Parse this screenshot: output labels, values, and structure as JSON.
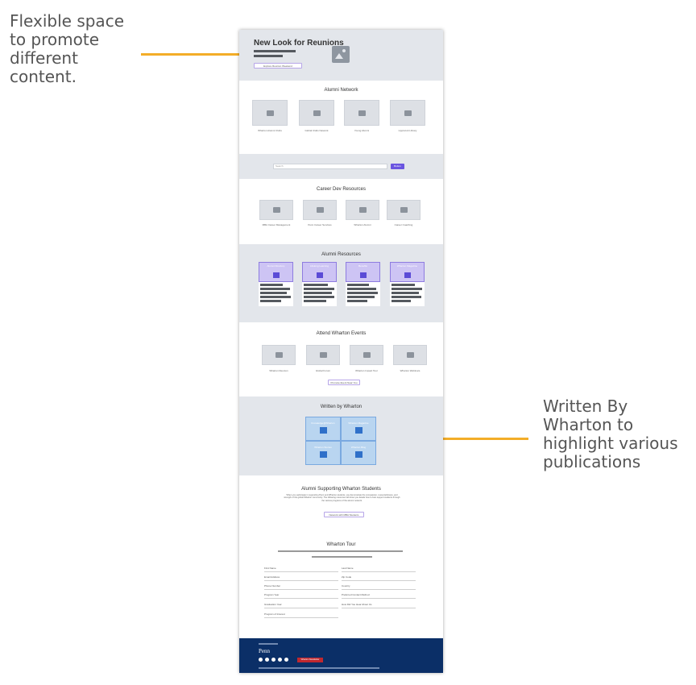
{
  "annotations": {
    "note1": "Flexible space\nto promote\ndifferent\ncontent.",
    "note2": "Written By\nWharton to\nhighlight various\npublications"
  },
  "hero": {
    "title": "New Look for Reunions",
    "button": "Explore Reunion Weekend"
  },
  "alumni_network": {
    "title": "Alumni Network",
    "items": [
      "Wharton Alumni Clubs",
      "Global Clubs Network",
      "Young Alumni",
      "Lippincott Library"
    ]
  },
  "search": {
    "placeholder": "Search",
    "button": "Button"
  },
  "career": {
    "title": "Career Dev Resources",
    "items": [
      "MBA Career Management",
      "Penn Career Services",
      "Wharton Alumni",
      "Career Coaching"
    ]
  },
  "resources": {
    "title": "Alumni Resources",
    "cards": [
      "Alumni Directory",
      "Lifelong Learning",
      "Benefits",
      "Wharton Magazine"
    ]
  },
  "events": {
    "title": "Attend Wharton Events",
    "items": [
      "Wharton Reunion",
      "Global Forum",
      "Wharton Impact Tour",
      "Wharton Webinars"
    ],
    "button": "Promote Event Near You"
  },
  "written": {
    "title": "Written by Wharton",
    "cells": [
      "Knowledge@Wharton",
      "Wharton Magazine",
      "Wharton Stories",
      "Wharton Blog"
    ]
  },
  "supporting": {
    "title": "Alumni Supporting Wharton Students",
    "text": "When you participate in supporting Penn and Wharton students, you demonstrate the compassion, resourcefulness, and strength of the global Wharton community. The following resources will show you details how to best support students through the various programs of the alumni network.",
    "button": "Network with MBA Students"
  },
  "form": {
    "title": "Wharton Tour",
    "fields_left": [
      "First Name",
      "Email Address",
      "Phone Number",
      "Program Year",
      "Graduation Year",
      "Program of Interest"
    ],
    "fields_right": [
      "Last Name",
      "Zip Code",
      "Country",
      "Preferred Contact Method",
      "How Did You Hear About Us"
    ]
  },
  "footer": {
    "brand": "Penn",
    "button": "Wharton Newsletter"
  },
  "colors": {
    "accent_arrow": "#f3ad28",
    "purple": "#6a55e0",
    "blue": "#2f70c9",
    "footer": "#0b2f67"
  }
}
